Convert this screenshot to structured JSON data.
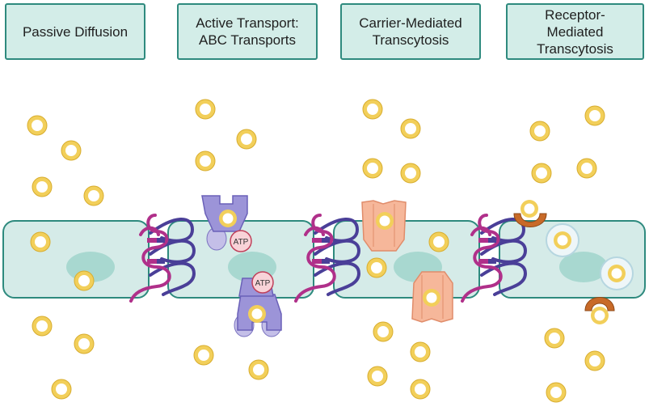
{
  "headers": {
    "passive": "Passive Diffusion",
    "active": "Active Transport:\nABC Transports",
    "carrier": "Carrier-Mediated\nTranscytosis",
    "receptor": "Receptor-\nMediated\nTranscytosis"
  },
  "atp_label": "ATP",
  "colors": {
    "header_fill": "#d3ede8",
    "header_border": "#2e8a7e",
    "cell_fill": "#d5ebe8",
    "cell_border": "#2e8a7e",
    "nucleus": "#a8d8d0",
    "molecule_ring": "#f2cf5a",
    "junction_magenta": "#b0308a",
    "junction_purple": "#4a3f98",
    "abc_transporter": "#9c94d8",
    "carrier_protein": "#f6b79a",
    "receptor": "#c86a28"
  }
}
